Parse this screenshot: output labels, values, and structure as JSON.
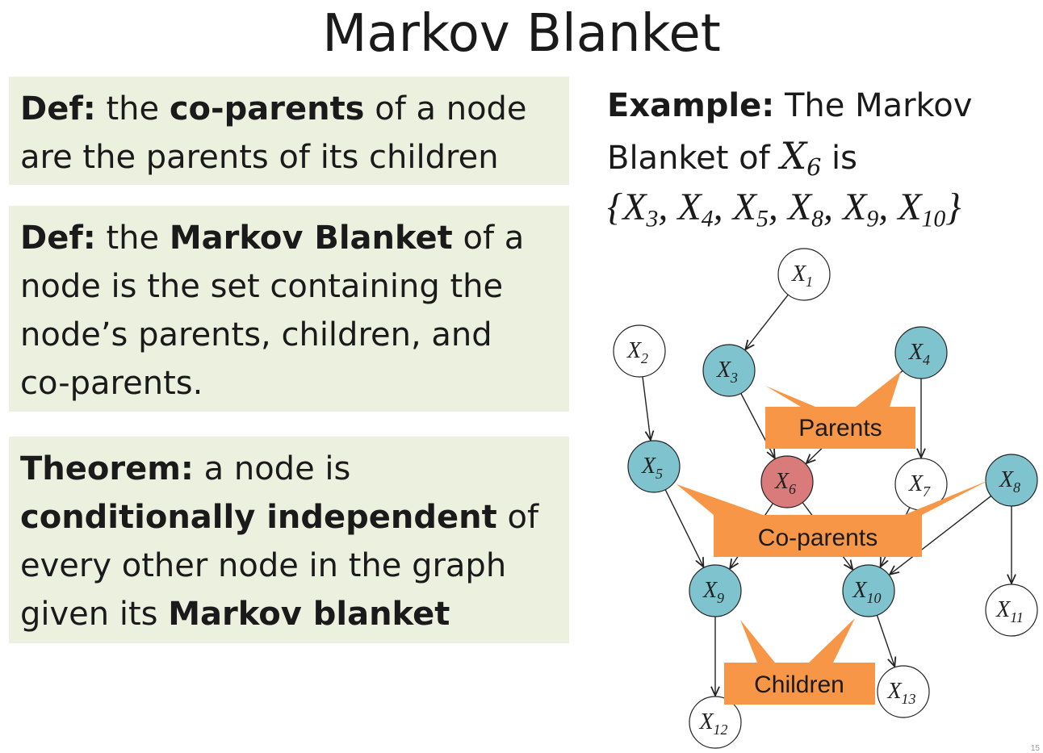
{
  "title": "Markov Blanket",
  "defs": [
    {
      "prefix": "Def:",
      "t1": " the ",
      "bold": "co-parents",
      "t2": " of a node",
      "t3": "are the parents of its children"
    },
    {
      "prefix": "Def:",
      "t1": " the ",
      "bold": "Markov Blanket",
      "t2": " of a",
      "l2": "node is the set containing the",
      "l3": "node’s parents, children, and",
      "l4": "co-parents."
    }
  ],
  "theorem": {
    "prefix": "Theorem:",
    "t1": " a node is",
    "bold": "conditionally independent",
    "t2": " of",
    "l3": "every other node in the graph",
    "l4": "given its ",
    "bold2": "Markov blanket"
  },
  "example": {
    "prefix": "Example:",
    "t1": " The Markov",
    "t2": "Blanket of ",
    "var": "X",
    "var_sub": "6",
    "t3": " is",
    "set": [
      {
        "v": "X",
        "s": "3"
      },
      {
        "v": "X",
        "s": "4"
      },
      {
        "v": "X",
        "s": "5"
      },
      {
        "v": "X",
        "s": "8"
      },
      {
        "v": "X",
        "s": "9"
      },
      {
        "v": "X",
        "s": "10"
      }
    ],
    "open": "{",
    "close": "}",
    "sep": ", "
  },
  "colors": {
    "box_bg": "#ebf1de",
    "blanket_node": "#7fc3cf",
    "target_node": "#d97b7b",
    "other_node": "#ffffff",
    "callout": "#f79646"
  },
  "graph": {
    "nodes": [
      {
        "id": "X1",
        "label": "X",
        "sub": "1",
        "role": "other"
      },
      {
        "id": "X2",
        "label": "X",
        "sub": "2",
        "role": "other"
      },
      {
        "id": "X3",
        "label": "X",
        "sub": "3",
        "role": "blanket"
      },
      {
        "id": "X4",
        "label": "X",
        "sub": "4",
        "role": "blanket"
      },
      {
        "id": "X5",
        "label": "X",
        "sub": "5",
        "role": "blanket"
      },
      {
        "id": "X6",
        "label": "X",
        "sub": "6",
        "role": "target"
      },
      {
        "id": "X7",
        "label": "X",
        "sub": "7",
        "role": "other"
      },
      {
        "id": "X8",
        "label": "X",
        "sub": "8",
        "role": "blanket"
      },
      {
        "id": "X9",
        "label": "X",
        "sub": "9",
        "role": "blanket"
      },
      {
        "id": "X10",
        "label": "X",
        "sub": "10",
        "role": "blanket"
      },
      {
        "id": "X11",
        "label": "X",
        "sub": "11",
        "role": "other"
      },
      {
        "id": "X12",
        "label": "X",
        "sub": "12",
        "role": "other"
      },
      {
        "id": "X13",
        "label": "X",
        "sub": "13",
        "role": "other"
      }
    ],
    "edges": [
      [
        "X1",
        "X3"
      ],
      [
        "X2",
        "X5"
      ],
      [
        "X3",
        "X6"
      ],
      [
        "X4",
        "X6"
      ],
      [
        "X4",
        "X7"
      ],
      [
        "X5",
        "X9"
      ],
      [
        "X6",
        "X9"
      ],
      [
        "X6",
        "X10"
      ],
      [
        "X8",
        "X10"
      ],
      [
        "X8",
        "X11"
      ],
      [
        "X9",
        "X12"
      ],
      [
        "X10",
        "X13"
      ],
      [
        "X7",
        "X10"
      ]
    ],
    "callouts": [
      {
        "id": "parents",
        "label": "Parents"
      },
      {
        "id": "coparents",
        "label": "Co-parents"
      },
      {
        "id": "children",
        "label": "Children"
      }
    ]
  },
  "page_number": "15"
}
